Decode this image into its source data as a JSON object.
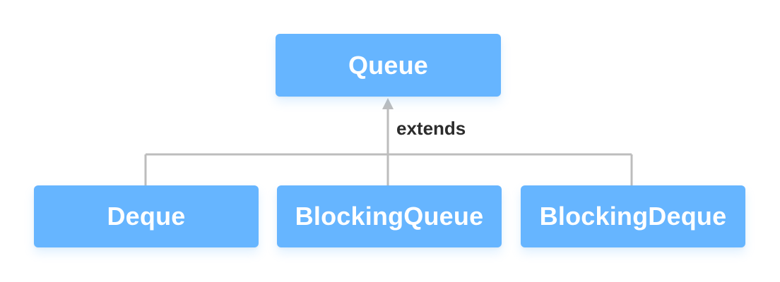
{
  "diagram": {
    "parent": {
      "label": "Queue"
    },
    "relationship": {
      "label": "extends"
    },
    "children": [
      {
        "label": "Deque"
      },
      {
        "label": "BlockingQueue"
      },
      {
        "label": "BlockingDeque"
      }
    ]
  },
  "colors": {
    "node_fill": "#66b5ff",
    "node_text": "#ffffff",
    "connector": "#bdbdbd",
    "label_text": "#2c2c2c"
  }
}
